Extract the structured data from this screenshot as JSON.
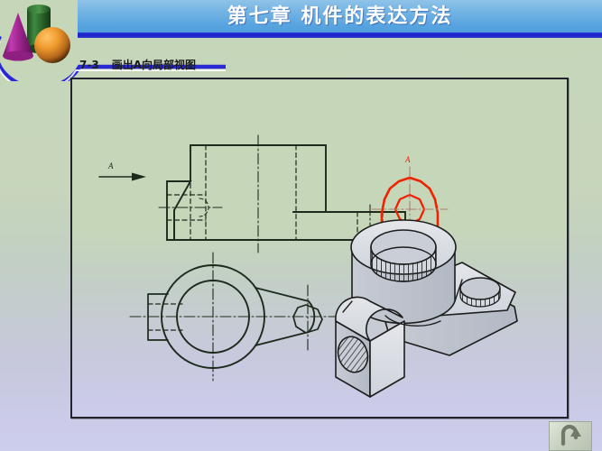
{
  "header": {
    "title": "第七章  机件的表达方法",
    "title_color": "#ffffff",
    "bar_color": "#5aa5e0",
    "underline_color": "#1b22c8",
    "decor_icons": {
      "cylinder": "green-cylinder-icon",
      "cone": "magenta-cone-icon",
      "sphere": "orange-sphere-icon",
      "arc": "blue-arc-icon"
    }
  },
  "subtitle": {
    "number": "7-3",
    "text": "画出A向局部视图"
  },
  "drawing": {
    "background_top_color": "#c6d6b9",
    "background_bottom_color": "#ccccec",
    "border_color": "#23232e",
    "line_color": "#1d2b1d",
    "highlight_color": "#ee2200",
    "views": [
      {
        "name": "front-view",
        "label": "A",
        "arrow": "direction-arrow-a",
        "style": "orthographic-front-view",
        "line_types": [
          "solid-outline",
          "hidden-dashed",
          "center-dash-dot"
        ]
      },
      {
        "name": "a-direction-partial-view",
        "label": "A",
        "style": "partial-view-red",
        "color": "#ee2200",
        "features": [
          "arched-top-outline",
          "center-circle",
          "center-dash-dot"
        ]
      },
      {
        "name": "top-view",
        "style": "orthographic-top-view",
        "features": [
          "large-boss-circle",
          "tapered-arm",
          "hexagonal-hole",
          "left-rib-tab",
          "center-dash-dot"
        ]
      },
      {
        "name": "isometric-view",
        "style": "3d-isometric-solid",
        "features": [
          "large-bore",
          "small-bore",
          "side-lug-bore",
          "base-flange",
          "hatched-bore-walls"
        ]
      }
    ]
  },
  "nav": {
    "return_button_label": "return-arrow",
    "icon": "u-turn-arrow-icon"
  }
}
